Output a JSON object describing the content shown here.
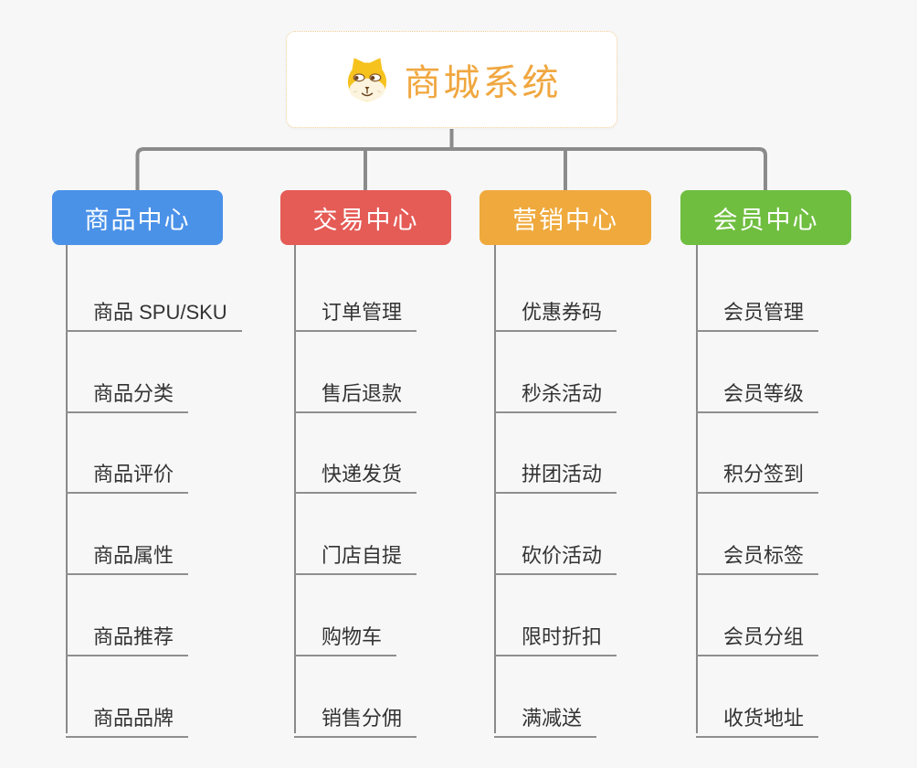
{
  "root": {
    "title": "商城系统",
    "icon": "dog-face-icon",
    "title_color": "#F0A740",
    "border_color": "#F3CD92"
  },
  "branches": [
    {
      "label": "商品中心",
      "color": "#4A91E8",
      "children": [
        "商品 SPU/SKU",
        "商品分类",
        "商品评价",
        "商品属性",
        "商品推荐",
        "商品品牌"
      ]
    },
    {
      "label": "交易中心",
      "color": "#E55B56",
      "children": [
        "订单管理",
        "售后退款",
        "快递发货",
        "门店自提",
        "购物车",
        "销售分佣"
      ]
    },
    {
      "label": "营销中心",
      "color": "#EFA93C",
      "children": [
        "优惠券码",
        "秒杀活动",
        "拼团活动",
        "砍价活动",
        "限时折扣",
        "满减送"
      ]
    },
    {
      "label": "会员中心",
      "color": "#6FBE3F",
      "children": [
        "会员管理",
        "会员等级",
        "积分签到",
        "会员标签",
        "会员分组",
        "收货地址"
      ]
    }
  ],
  "connector_color": "#8B8B8B",
  "background_color": "#F7F7F7",
  "child_text_color": "#333333"
}
